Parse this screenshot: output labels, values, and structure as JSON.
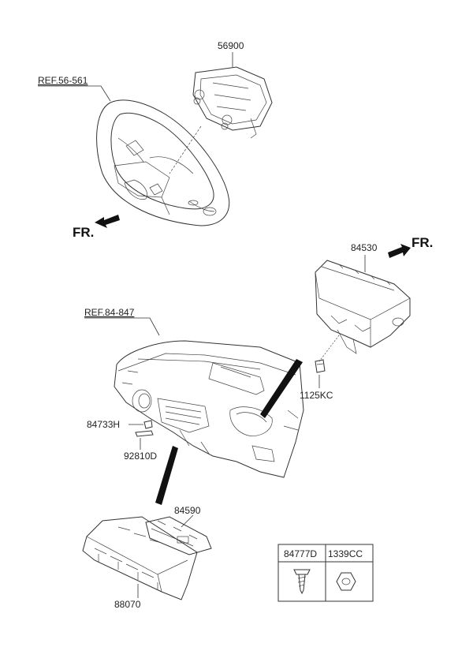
{
  "labels": {
    "steering_ref": "REF.56-561",
    "airbag_driver": "56900",
    "fr_top": "FR.",
    "airbag_passenger": "84530",
    "fr_right": "FR.",
    "dash_ref": "REF.84-847",
    "bolt": "1125KC",
    "clip": "84733H",
    "bracket": "92810D",
    "knee_airbag": "84590",
    "module": "88070"
  },
  "fastener_table": {
    "col1": "84777D",
    "col2": "1339CC"
  }
}
